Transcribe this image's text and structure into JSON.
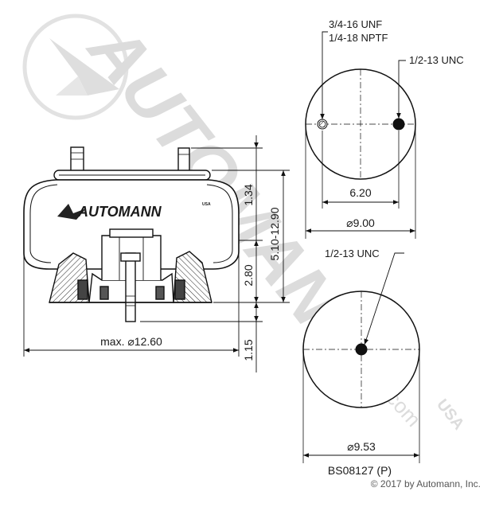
{
  "watermark": {
    "brand_text": "AUTOMANN",
    "suffix": "USA",
    "website": "automann.com"
  },
  "product_logo": {
    "brand_text": "AUTOMANN",
    "suffix": "USA"
  },
  "top_view": {
    "port_label_line1": "3/4-16 UNF",
    "port_label_line2": "1/4-18 NPTF",
    "stud_label": "1/2-13 UNC",
    "spacing_dim": "6.20",
    "diameter_dim": "⌀9.00"
  },
  "bottom_view": {
    "stud_label": "1/2-13 UNC",
    "diameter_dim": "⌀9.53"
  },
  "side_view": {
    "max_diameter_dim": "max. ⌀12.60",
    "dim_top_plate": "1.34",
    "dim_height_range": "5.10-12.90",
    "dim_piston": "2.80",
    "dim_stud": "1.15"
  },
  "part_number": "BS08127 (P)",
  "copyright": "© 2017 by Automann, Inc."
}
